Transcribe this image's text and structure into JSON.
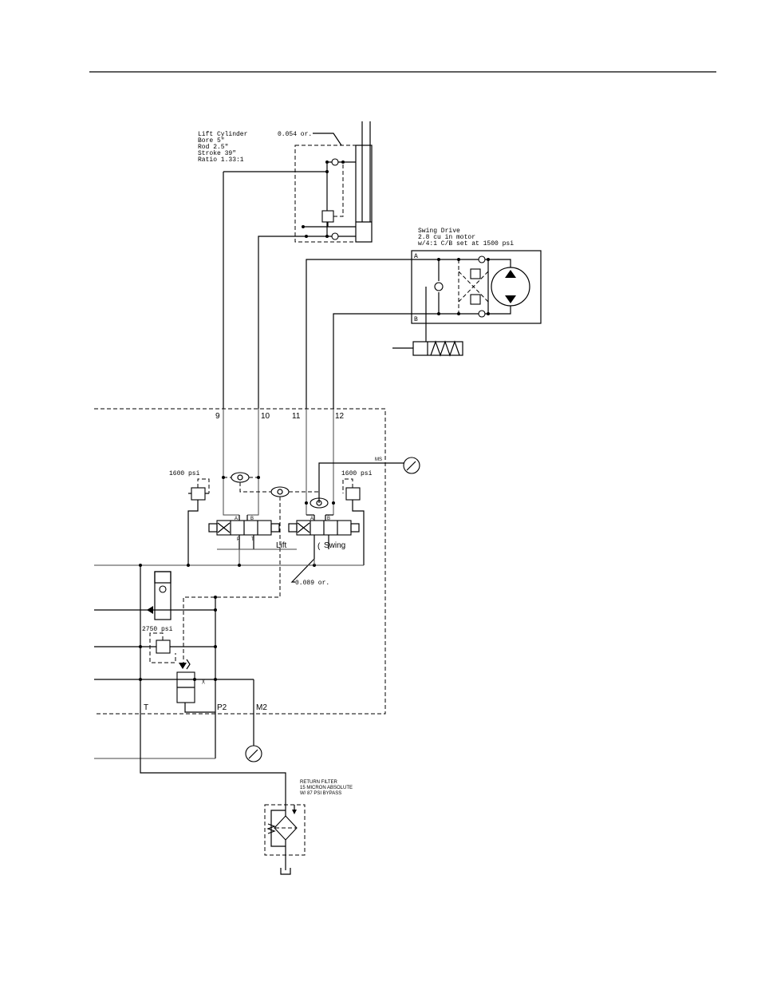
{
  "lift_cylinder": {
    "lines": [
      "Lift Cylinder",
      "Bore    5\"",
      "Rod     2.5\"",
      "Stroke  39\"",
      "Ratio 1.33:1"
    ],
    "orifice": "0.054 or."
  },
  "swing_drive": {
    "lines": [
      "Swing Drive",
      "2.8 cu in motor",
      "w/4:1 C/B set at 1500 psi"
    ],
    "port_a": "A",
    "port_b": "B"
  },
  "valve_block": {
    "ports": [
      "9",
      "10",
      "11",
      "12"
    ],
    "ms_label": "MS",
    "relief_left": "1600 psi",
    "relief_right": "1600 psi",
    "lift_label": "Lift",
    "swing_label": "Swing",
    "orifice": "0.089 or.",
    "relief_main": "2750 psi",
    "port_t": "T",
    "port_p2": "P2",
    "port_m2": "M2"
  },
  "return_filter": {
    "lines": [
      "RETURN FILTER",
      "15 MICRON ABSOLUTE",
      "W/ 87 PSI BYPASS"
    ]
  }
}
